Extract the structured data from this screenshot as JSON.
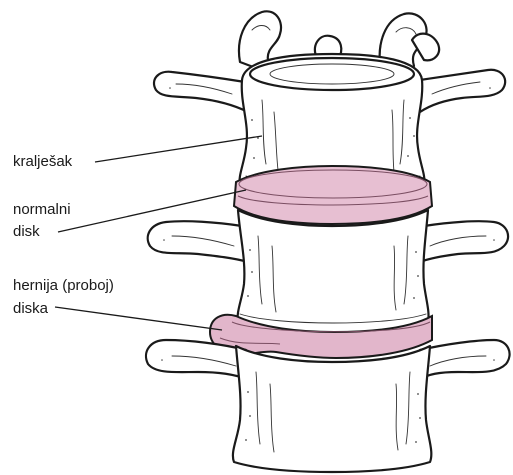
{
  "labels": {
    "vertebra": "kralješak",
    "normal_disc_line1": "normalni",
    "normal_disc_line2": "disk",
    "herniated_disc_line1": "hernija (proboj)",
    "herniated_disc_line2": "diska"
  },
  "colors": {
    "disc_normal": "#e7bfd2",
    "disc_herniated": "#e2b6cb",
    "outline": "#1a1a1a"
  }
}
